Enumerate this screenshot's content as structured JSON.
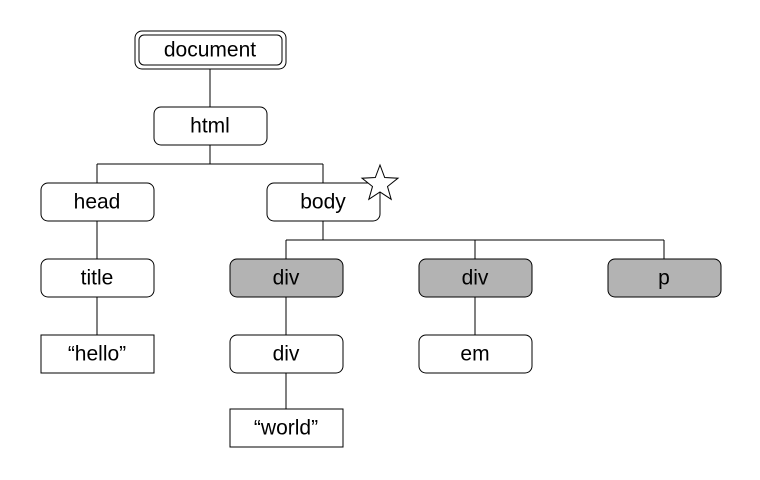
{
  "diagram": {
    "colors": {
      "default_fill": "#ffffff",
      "highlight_fill": "#b3b3b3",
      "stroke": "#000000"
    },
    "nodes": {
      "document": {
        "label": "document",
        "kind": "document"
      },
      "html": {
        "label": "html",
        "kind": "element"
      },
      "head": {
        "label": "head",
        "kind": "element"
      },
      "body": {
        "label": "body",
        "kind": "element",
        "marker": "star-icon"
      },
      "title": {
        "label": "title",
        "kind": "element"
      },
      "hello": {
        "label": "“hello”",
        "kind": "text"
      },
      "div1": {
        "label": "div",
        "kind": "element",
        "highlighted": true
      },
      "div2": {
        "label": "div",
        "kind": "element",
        "highlighted": true
      },
      "p": {
        "label": "p",
        "kind": "element",
        "highlighted": true
      },
      "div1_child": {
        "label": "div",
        "kind": "element"
      },
      "em": {
        "label": "em",
        "kind": "element"
      },
      "world": {
        "label": "“world”",
        "kind": "text"
      }
    },
    "edges": [
      [
        "document",
        "html"
      ],
      [
        "html",
        "head"
      ],
      [
        "html",
        "body"
      ],
      [
        "head",
        "title"
      ],
      [
        "title",
        "hello"
      ],
      [
        "body",
        "div1"
      ],
      [
        "body",
        "div2"
      ],
      [
        "body",
        "p"
      ],
      [
        "div1",
        "div1_child"
      ],
      [
        "div1_child",
        "world"
      ],
      [
        "div2",
        "em"
      ]
    ]
  }
}
